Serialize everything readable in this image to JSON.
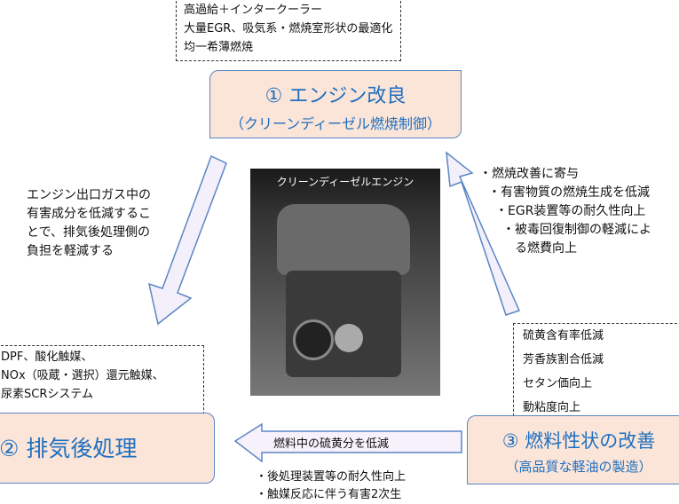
{
  "engine_measures": [
    "高過給＋インタークーラー",
    "大量EGR、吸気系・燃焼室形状の最適化",
    "均一希薄燃焼"
  ],
  "box1": {
    "title": "① エンジン改良",
    "subtitle": "（クリーンディーゼル燃焼制御）"
  },
  "box2": {
    "title": "② 排気後処理"
  },
  "box3": {
    "title": "③ 燃料性状の改善",
    "subtitle": "（高品質な軽油の製造）"
  },
  "aftertreatment": [
    "DPF、酸化触媒、",
    "NOx（吸蔵・選択）還元触媒、",
    "尿素SCRシステム"
  ],
  "fuel_measures": [
    "硫黄含有率低減",
    "芳香族割合低減",
    "セタン価向上",
    "動粘度向上"
  ],
  "left_note": [
    "エンジン出口ガス中の",
    "有害成分を低減するこ",
    "とで、排気後処理側の",
    "負担を軽減する"
  ],
  "right_note": [
    "・燃焼改善に寄与",
    "・有害物質の燃焼生成を低減",
    "・EGR装置等の耐久性向上",
    "・被毒回復制御の軽減によ",
    "る燃費向上"
  ],
  "bottom_arrow_label": "燃料中の硫黄分を低減",
  "bottom_note": [
    "・後処理装置等の耐久性向上",
    "・触媒反応に伴う有害2次生"
  ],
  "photo_caption": "クリーンディーゼルエンジン"
}
